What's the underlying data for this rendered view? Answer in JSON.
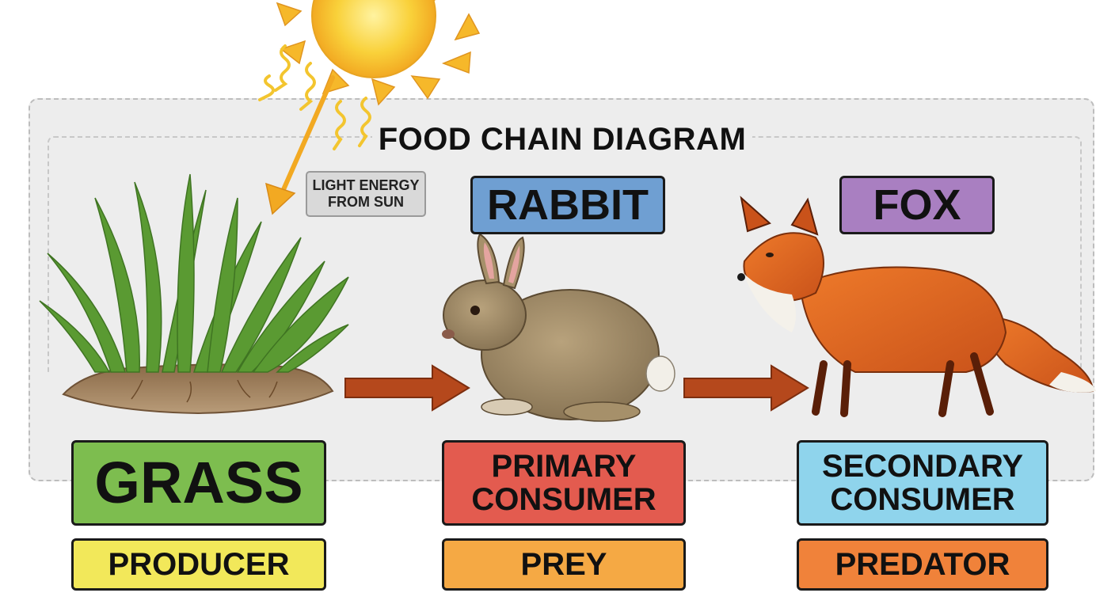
{
  "title": "FOOD CHAIN DIAGRAM",
  "light_label": [
    "LIGHT ENERGY",
    "FROM SUN"
  ],
  "organisms": {
    "rabbit_name": "RABBIT",
    "fox_name": "FOX",
    "grass_name": "GRASS"
  },
  "levels": {
    "grass_level": "PRODUCER",
    "rabbit_level": [
      "PRIMARY",
      "CONSUMER"
    ],
    "fox_level": [
      "SECONDARY",
      "CONSUMER"
    ]
  },
  "roles": {
    "rabbit_role": "PREY",
    "fox_role": "PREDATOR"
  },
  "icons": [
    "sun-icon",
    "grass-icon",
    "rabbit-icon",
    "fox-icon",
    "arrow-icon"
  ],
  "colors": {
    "rabbit_box": "#6f9fd2",
    "fox_box": "#a97fc1",
    "grass_box": "#7dbd4f",
    "primary_box": "#e35b4f",
    "secondary_box": "#8fd4ec",
    "producer_box": "#f2e85a",
    "prey_box": "#f5a944",
    "predator_box": "#f0823a",
    "arrow": "#b5481c",
    "sun": "#f7c531"
  }
}
